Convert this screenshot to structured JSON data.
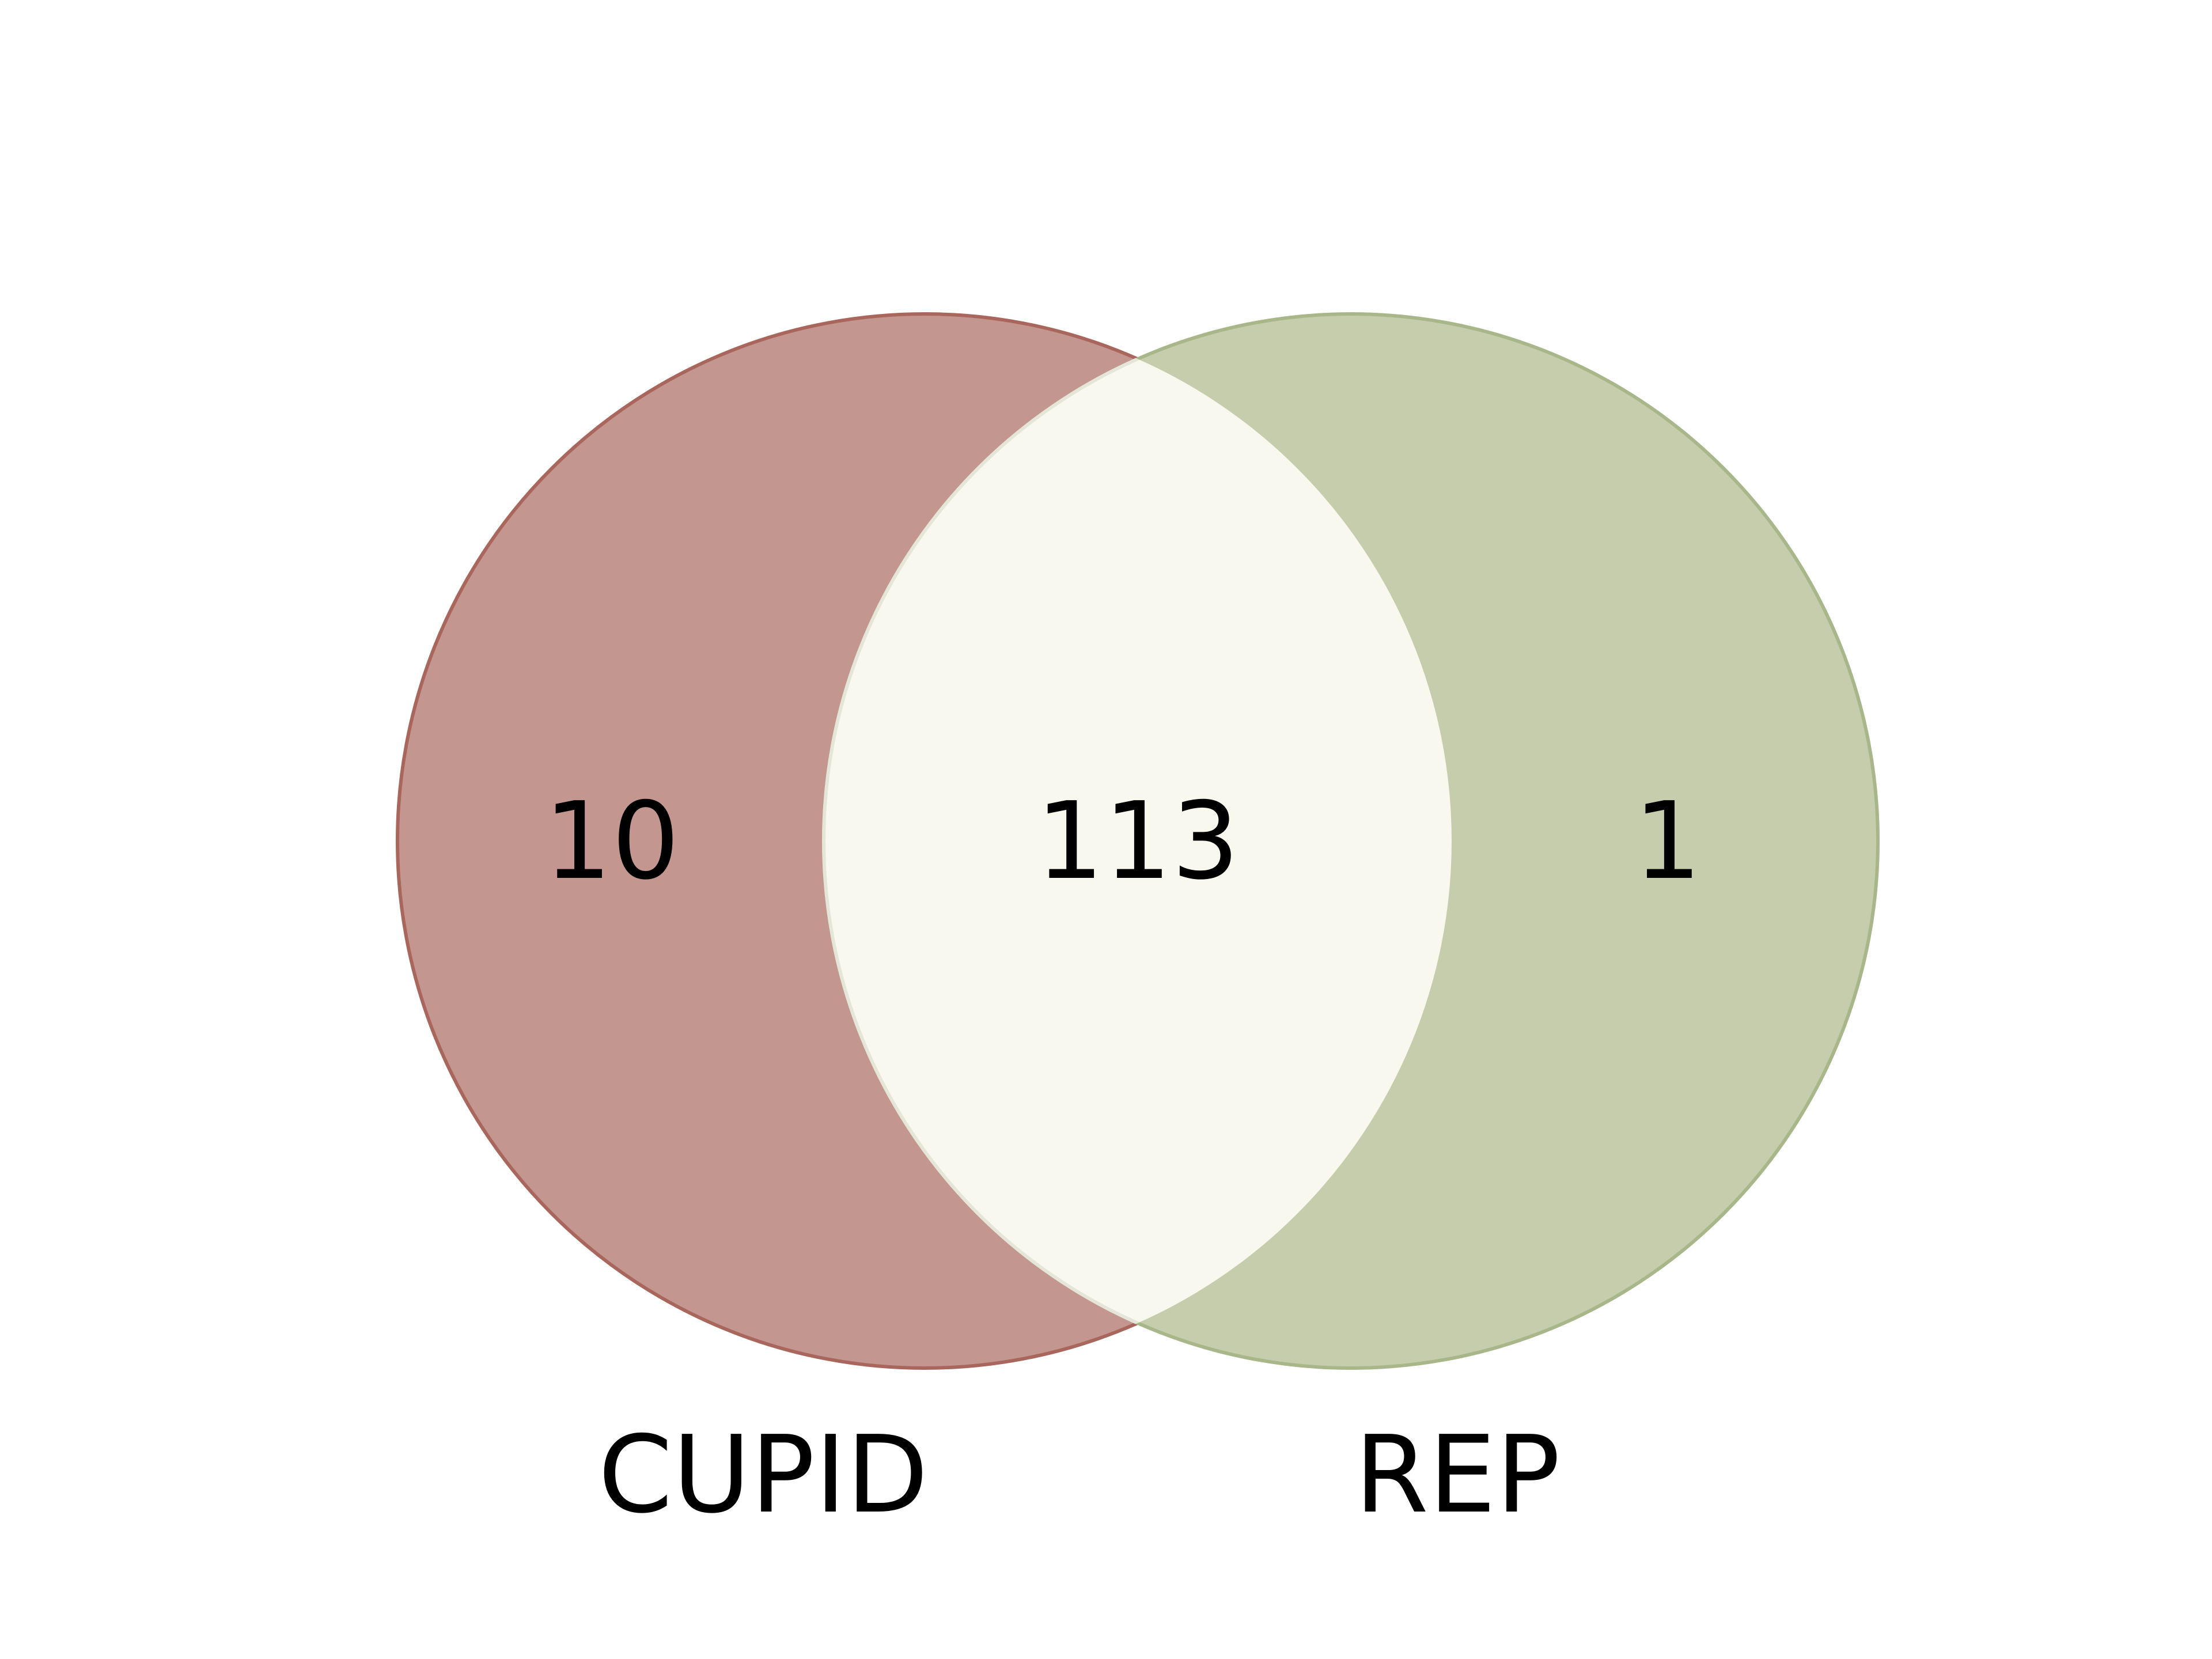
{
  "chart_data": {
    "type": "venn",
    "sets": [
      {
        "label": "CUPID",
        "only_count": "10",
        "color": "#c49690",
        "stroke": "#a9665c"
      },
      {
        "label": "REP",
        "only_count": "1",
        "color": "#c5cdac",
        "stroke": "#a8b68a"
      }
    ],
    "intersection": {
      "count": "113",
      "color": "#f8f8ee"
    }
  }
}
